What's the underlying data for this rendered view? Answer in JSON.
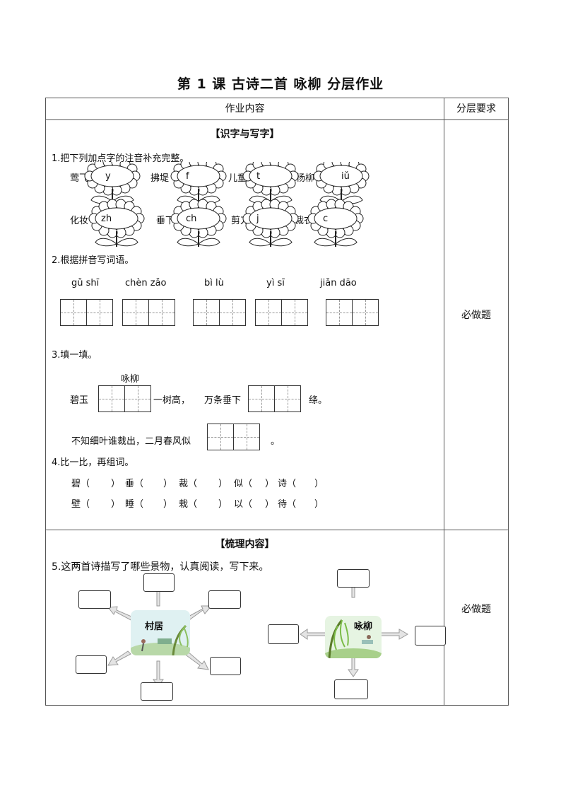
{
  "title": "第 1 课  古诗二首  咏柳  分层作业",
  "header": {
    "content": "作业内容",
    "level": "分层要求"
  },
  "section1": {
    "heading": "【识字与写字】",
    "requirement": "必做题",
    "q1": {
      "prompt": "1.把下列加点字的注音补充完整。",
      "items": [
        {
          "word": "莺飞",
          "hint": "y"
        },
        {
          "word": "拂堤",
          "hint": "f"
        },
        {
          "word": "儿童",
          "hint": "t"
        },
        {
          "word": "杨柳",
          "hint": "iǔ"
        },
        {
          "word": "化妆",
          "hint": "zh"
        },
        {
          "word": "垂下",
          "hint": "ch"
        },
        {
          "word": "剪刀",
          "hint": "j"
        },
        {
          "word": "裁衣",
          "hint": "c"
        }
      ]
    },
    "q2": {
      "prompt": "2.根据拼音写词语。",
      "pinyin": [
        "gǔ  shī",
        "chèn  zǎo",
        "bì  lù",
        "yì  sī",
        "jiǎn  dāo"
      ]
    },
    "q3": {
      "prompt": "3.填一填。",
      "poem_title": "咏柳",
      "line1_a": "碧玉",
      "line1_b": "一树高，",
      "line1_c": "万条垂下",
      "line1_d": "绦。",
      "line2_a": "不知细叶谁裁出，二月春风似",
      "line2_b": "。"
    },
    "q4": {
      "prompt": "4.比一比，再组词。",
      "row1": [
        "碧（",
        "）",
        "垂（",
        "）",
        "裁（",
        "）",
        "似（",
        "）",
        "诗（",
        "）"
      ],
      "row2": [
        "壁（",
        "）",
        "睡（",
        "）",
        "栽（",
        "）",
        "以（",
        "）",
        "待（",
        "）"
      ]
    }
  },
  "section2": {
    "heading": "【梳理内容】",
    "requirement": "必做题",
    "q5": {
      "prompt": "5.这两首诗描写了哪些景物，认真阅读，写下来。",
      "center1": "村居",
      "center2": "咏柳"
    }
  }
}
